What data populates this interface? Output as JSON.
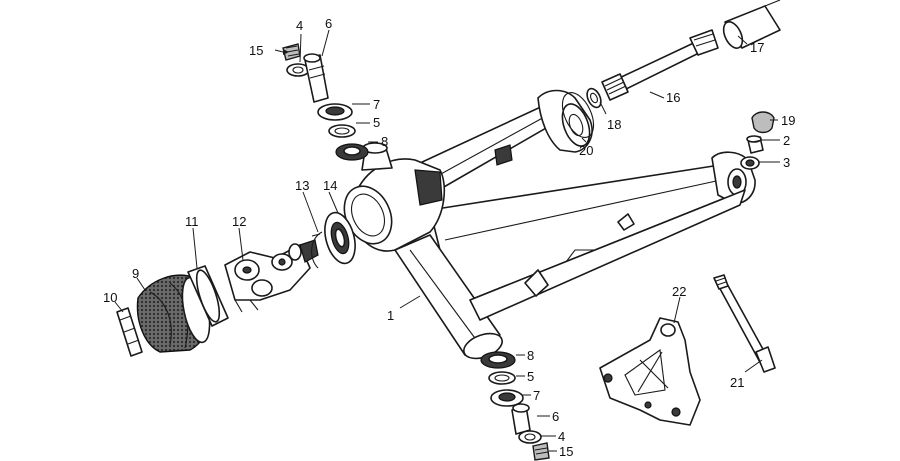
{
  "callouts": {
    "c1": "1",
    "c2": "2",
    "c3": "3",
    "c4a": "4",
    "c4b": "4",
    "c5a": "5",
    "c5b": "5",
    "c6a": "6",
    "c6b": "6",
    "c7a": "7",
    "c7b": "7",
    "c8a": "8",
    "c8b": "8",
    "c9": "9",
    "c10": "10",
    "c11": "11",
    "c12": "12",
    "c13": "13",
    "c14": "14",
    "c15a": "15",
    "c15b": "15",
    "c16": "16",
    "c17": "17",
    "c18": "18",
    "c19": "19",
    "c20": "20",
    "c21": "21",
    "c22": "22"
  }
}
